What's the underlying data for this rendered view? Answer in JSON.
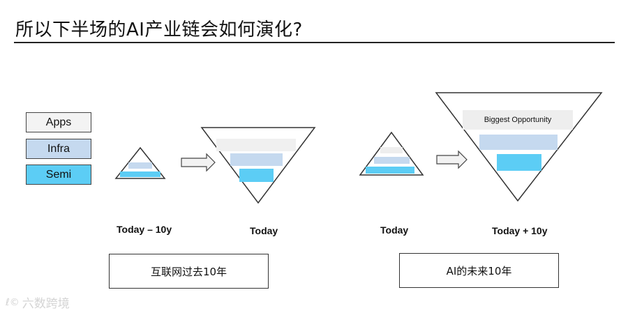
{
  "title": "所以下半场的AI产业链会如何演化?",
  "legend": {
    "apps": "Apps",
    "infra": "Infra",
    "semi": "Semi"
  },
  "colors": {
    "apps": "#f3f3f3",
    "infra": "#c5d9ef",
    "semi": "#5ccdf5",
    "outline": "#333333"
  },
  "stages": {
    "stage1": "Today – 10y",
    "stage2": "Today",
    "stage3": "Today",
    "stage4": "Today + 10y"
  },
  "opportunity_label": "Biggest Opportunity",
  "eras": {
    "internet": "互联网过去10年",
    "ai": "AI的未来10年"
  },
  "watermark": {
    "logo": "ℓ©",
    "text": "六数跨境"
  },
  "icons": {
    "arrow": "right-arrow-icon"
  }
}
